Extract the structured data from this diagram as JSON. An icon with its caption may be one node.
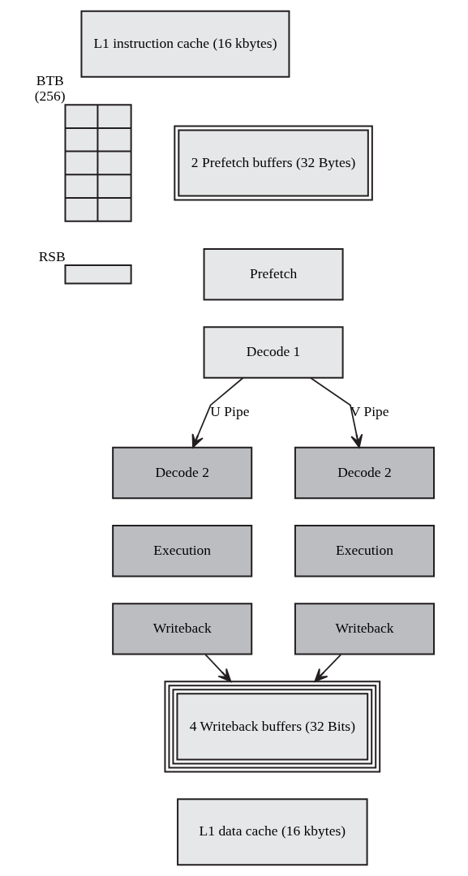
{
  "diagram": {
    "nodes": [
      {
        "text": [
          "L1 instruction cache (16 kbytes)"
        ]
      },
      {
        "text": [],
        "shape": "box",
        "beside": [
          "BTB",
          "(256)"
        ]
      },
      {
        "text": [],
        "shape": "box",
        "beside": [
          "RSB"
        ]
      },
      {
        "text": [
          "2 Prefetch buffers (32 Bytes)"
        ]
      },
      {
        "text": [
          "Prefetch"
        ]
      },
      {
        "text": [
          "Decode 1"
        ]
      },
      {
        "text": [
          "Decode 2"
        ]
      },
      {
        "text": [
          "Execution"
        ]
      },
      {
        "text": [
          "Writeback"
        ]
      },
      {
        "text": [
          "Decode 2"
        ]
      },
      {
        "text": [
          "Execution"
        ]
      },
      {
        "text": [
          "Writeback"
        ]
      },
      {
        "text": [
          "4 Writeback buffers (32 Bits)"
        ]
      },
      {
        "text": [
          "L1 data cache (16 kbytes)"
        ]
      }
    ],
    "edges": [
      {
        "from": 5,
        "to": 6,
        "arrow": "to",
        "label": "U Pipe"
      },
      {
        "from": 5,
        "to": 9,
        "arrow": "to",
        "label": "V Pipe"
      },
      {
        "from": 8,
        "to": 12,
        "arrow": "to"
      },
      {
        "from": 11,
        "to": 12,
        "arrow": "to"
      }
    ]
  }
}
